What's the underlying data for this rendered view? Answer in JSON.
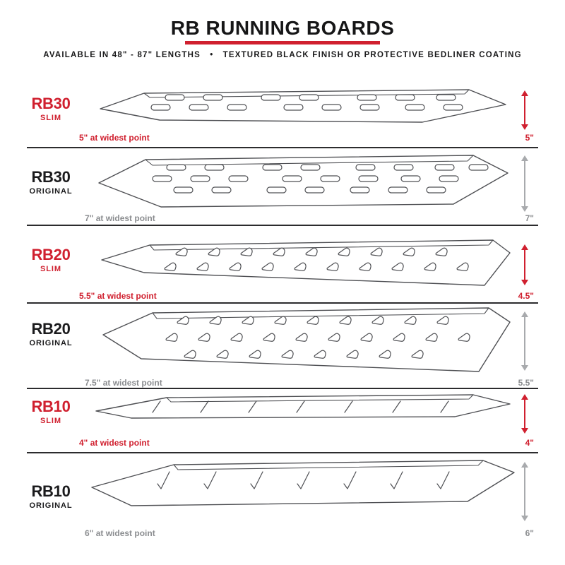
{
  "header": {
    "title": "RB RUNNING BOARDS",
    "subtitle": "AVAILABLE IN 48\" - 87\" LENGTHS   •   TEXTURED BLACK FINISH OR PROTECTIVE BEDLINER COATING"
  },
  "colors": {
    "accent_red": "#d0202f",
    "original_black": "#1b1b1d",
    "gray_text": "#8b8d90",
    "gray_arrow": "#a8aaad"
  },
  "rows": [
    {
      "model": "RB30",
      "variant": "SLIM",
      "style": "slim",
      "width_label": "5\" at widest point",
      "height_label": "5\""
    },
    {
      "model": "RB30",
      "variant": "ORIGINAL",
      "style": "original",
      "width_label": "7\" at widest point",
      "height_label": "7\""
    },
    {
      "model": "RB20",
      "variant": "SLIM",
      "style": "slim",
      "width_label": "5.5\" at widest point",
      "height_label": "4.5\""
    },
    {
      "model": "RB20",
      "variant": "ORIGINAL",
      "style": "original",
      "width_label": "7.5\" at widest point",
      "height_label": "5.5\""
    },
    {
      "model": "RB10",
      "variant": "SLIM",
      "style": "slim",
      "width_label": "4\" at widest point",
      "height_label": "4\""
    },
    {
      "model": "RB10",
      "variant": "ORIGINAL",
      "style": "original",
      "width_label": "6\" at widest point",
      "height_label": "6\""
    }
  ]
}
